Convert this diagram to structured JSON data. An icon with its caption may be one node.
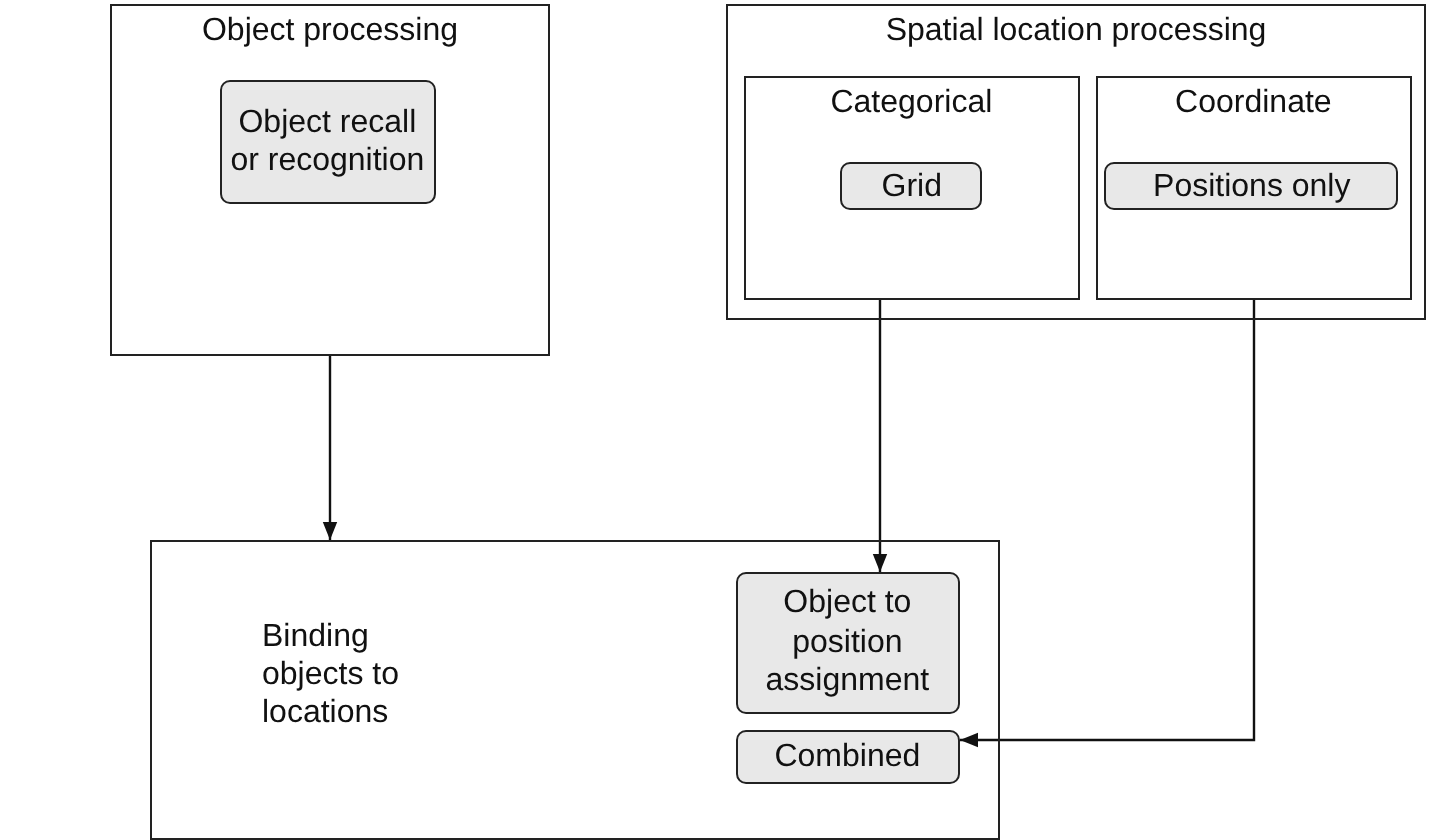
{
  "diagram": {
    "nodes": [
      {
        "text": [
          "Object processing"
        ]
      },
      {
        "text": [
          "Object recall or recognition"
        ],
        "in": 0
      },
      {
        "text": [
          "Spatial location processing"
        ]
      },
      {
        "text": [
          "Categorical"
        ],
        "in": 2
      },
      {
        "text": [
          "Grid"
        ],
        "in": 3
      },
      {
        "text": [
          "Coordinate"
        ],
        "in": 2
      },
      {
        "text": [
          "Positions only"
        ],
        "in": 5
      },
      {
        "text": [
          "Binding objects to locations"
        ]
      },
      {
        "text": [
          "Object to position assignment"
        ],
        "in": 7
      },
      {
        "text": [
          "Combined"
        ],
        "in": 7
      }
    ],
    "edges": [
      {
        "from": 0,
        "to": 7,
        "arrow": "to"
      },
      {
        "from": 3,
        "to": 8,
        "arrow": "to"
      },
      {
        "from": 5,
        "to": 9,
        "arrow": "to"
      }
    ]
  }
}
